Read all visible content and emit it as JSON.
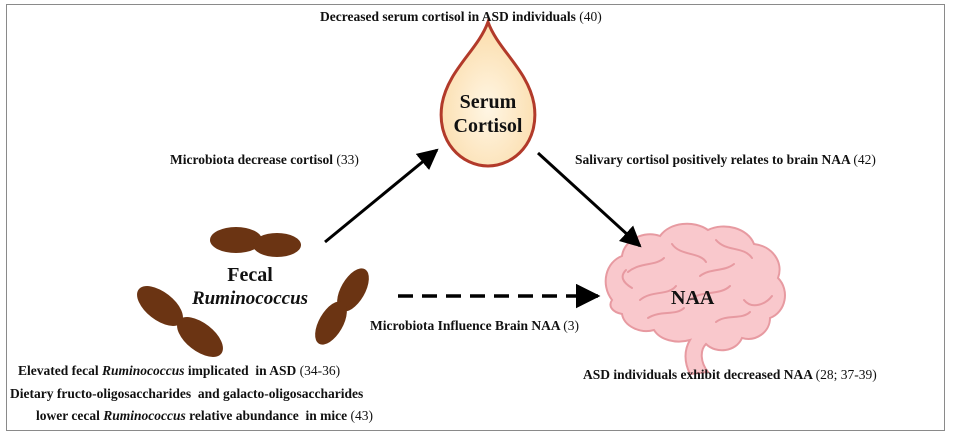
{
  "nodes": {
    "cortisol": {
      "line1": "Serum",
      "line2": "Cortisol"
    },
    "ruminococcus": {
      "line1": "Fecal",
      "line2": "Ruminococcus"
    },
    "naa": {
      "label": "NAA"
    }
  },
  "captions": {
    "top": {
      "text": "Decreased serum cortisol in ASD individuals",
      "ref": "(40)"
    },
    "left_arrow": {
      "text": "Microbiota decrease cortisol",
      "ref": "(33)"
    },
    "right_arrow": {
      "text": "Salivary cortisol positively relates to brain  NAA",
      "ref": "(42)"
    },
    "dashed_arrow": {
      "text": "Microbiota Influence Brain NAA",
      "ref": "(3)"
    },
    "bottom_right": {
      "text": "ASD individuals  exhibit decreased NAA",
      "ref": "(28; 37-39)"
    },
    "bottom_left_1": {
      "pre": "Elevated fecal ",
      "italic": "Ruminococcus",
      "post": " implicated  in ASD",
      "ref": "(34-36)"
    },
    "bottom_left_2": {
      "text": "Dietary fructo-oligosaccharides  and galacto-oligosaccharides"
    },
    "bottom_left_3": {
      "pre": "lower cecal ",
      "italic": "Ruminococcus",
      "post": " relative abundance  in mice",
      "ref": "(43)"
    }
  },
  "colors": {
    "bacteria": "#6b3413",
    "drop_fill": "#fde9c6",
    "drop_stroke": "#b23a2a",
    "brain_fill": "#f9c8cc",
    "brain_stroke": "#e79aa1",
    "arrow": "#000000"
  }
}
